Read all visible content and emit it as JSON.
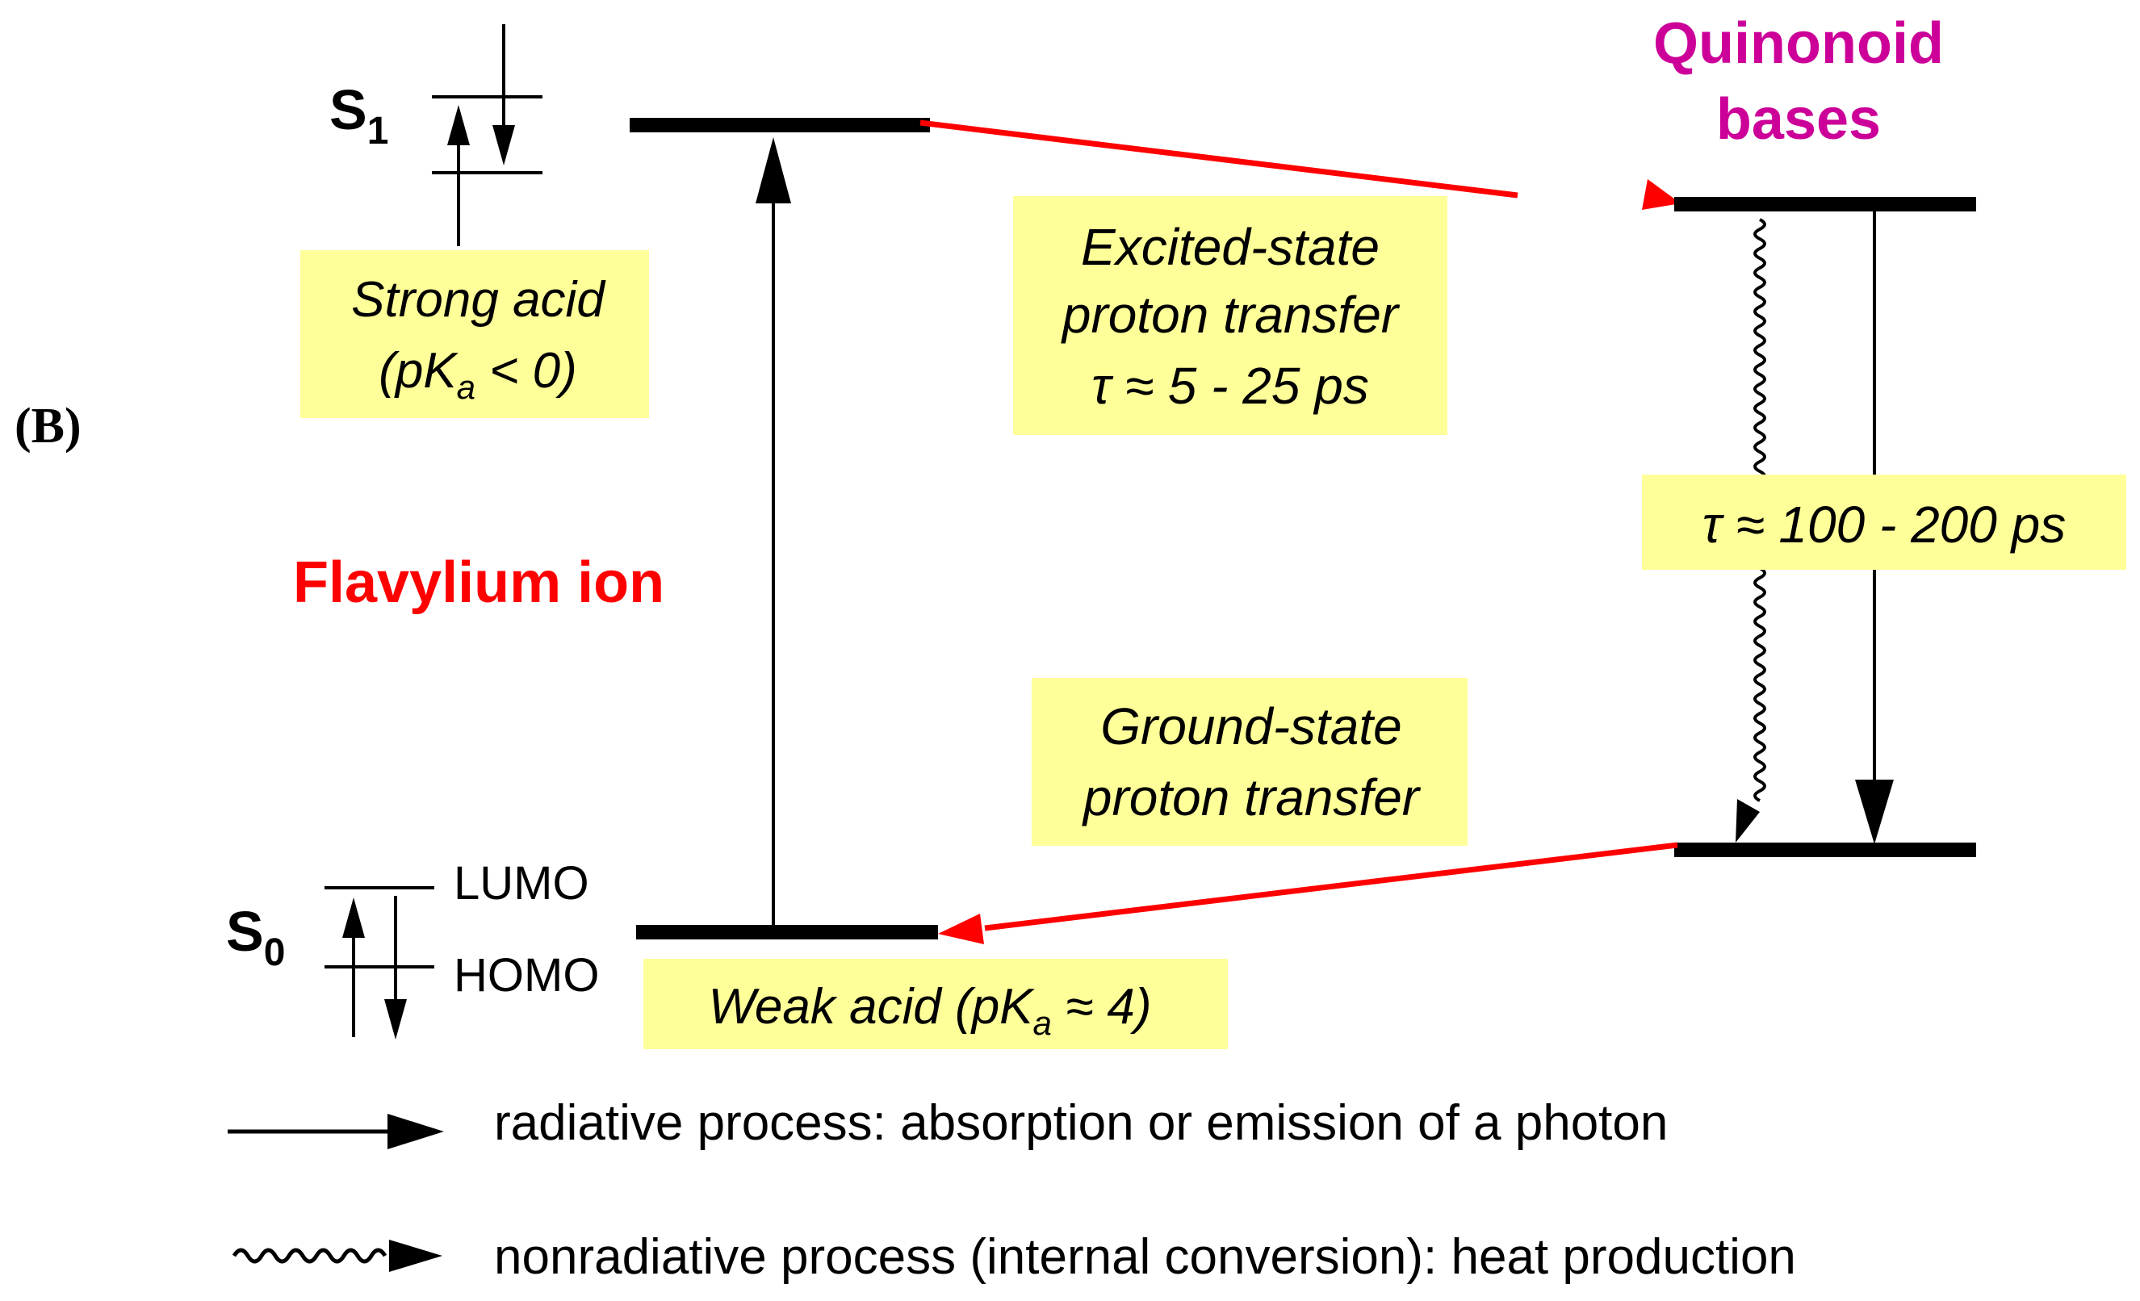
{
  "panel_label": "(B)",
  "colors": {
    "red": "#ff0000",
    "magenta": "#cc0099",
    "box_fill": "#ffff99",
    "line": "#000000"
  },
  "flavylium": {
    "title": "Flavylium ion",
    "s1_letter": "S",
    "s1_index": "1",
    "s0_letter": "S",
    "s0_index": "0",
    "lumo": "LUMO",
    "homo": "HOMO",
    "strong_acid_line1": "Strong acid",
    "strong_acid_line2_pre": "(pK",
    "strong_acid_line2_sub": "a",
    "strong_acid_line2_post": " < 0)",
    "weak_acid_pre": "Weak acid (pK",
    "weak_acid_sub": "a",
    "weak_acid_post": " ≈ 4)"
  },
  "quinonoid": {
    "title_line1": "Quinonoid",
    "title_line2": "bases",
    "lifetime": "τ ≈ 100 - 200 ps"
  },
  "excited_transfer": {
    "line1": "Excited-state",
    "line2": "proton transfer",
    "line3": "τ ≈ 5 - 25 ps"
  },
  "ground_transfer": {
    "line1": "Ground-state",
    "line2": "proton transfer"
  },
  "legend": {
    "radiative": "radiative process: absorption or emission of a photon",
    "nonradiative": "nonradiative process (internal conversion): heat production"
  }
}
